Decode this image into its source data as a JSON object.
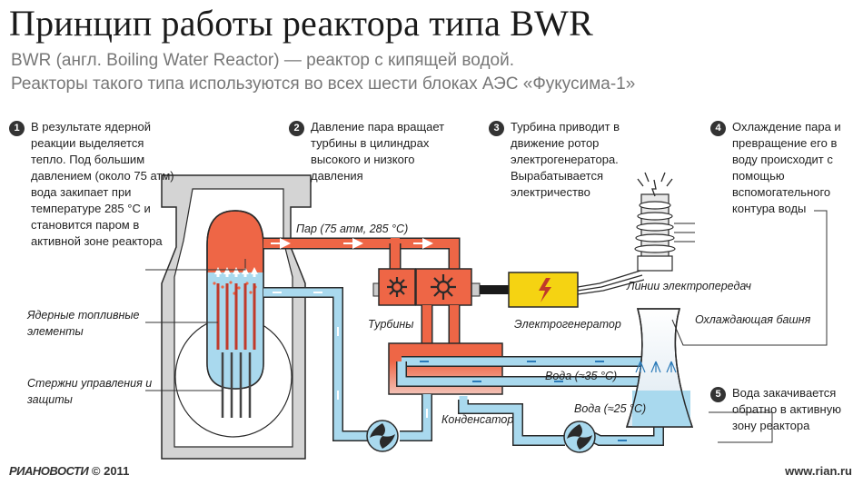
{
  "title": "Принцип работы реактора типа BWR",
  "subtitle_1": "BWR (англ. Boiling Water Reactor) — реактор с кипящей водой.",
  "subtitle_2": "Реакторы такого типа используются во всех шести блоках АЭС «Фукусима-1»",
  "steps": [
    {
      "num": "1",
      "text": "В результате ядерной реакции выделяется тепло. Под большим давлением (около 75 атм) вода закипает при температуре 285 °С и становится паром в активной зоне реактора"
    },
    {
      "num": "2",
      "text": "Давление пара вращает турбины в цилиндрах высокого и низкого давления"
    },
    {
      "num": "3",
      "text": "Турбина приводит в движение ротор электрогенератора. Вырабатывается электричество"
    },
    {
      "num": "4",
      "text": "Охлаждение пара и превращение его в воду происходит с помощью вспомогательного контура воды"
    },
    {
      "num": "5",
      "text": "Вода закачивается обратно в активную зону реактора"
    }
  ],
  "labels": {
    "steam": "Пар (75 атм, 285 °С)",
    "fuel": "Ядерные топливные элементы",
    "rods": "Стержни управления и защиты",
    "turbines": "Турбины",
    "generator": "Электрогенератор",
    "power_lines": "Линии электропередач",
    "tower": "Охлаждающая башня",
    "condenser": "Конденсатор",
    "water_35": "Вода (≈35 °С)",
    "water_25": "Вода (≈25 °С)"
  },
  "footer": {
    "logo_ria": "РИАНОВОСТИ",
    "copyright": "© 2011",
    "site": "www.rian.ru"
  },
  "colors": {
    "steam": "#ee6646",
    "water": "#a9d9ee",
    "pipe_outline": "#2a2a2a",
    "generator": "#f5d312",
    "turbine_blade": "#c0392b"
  }
}
